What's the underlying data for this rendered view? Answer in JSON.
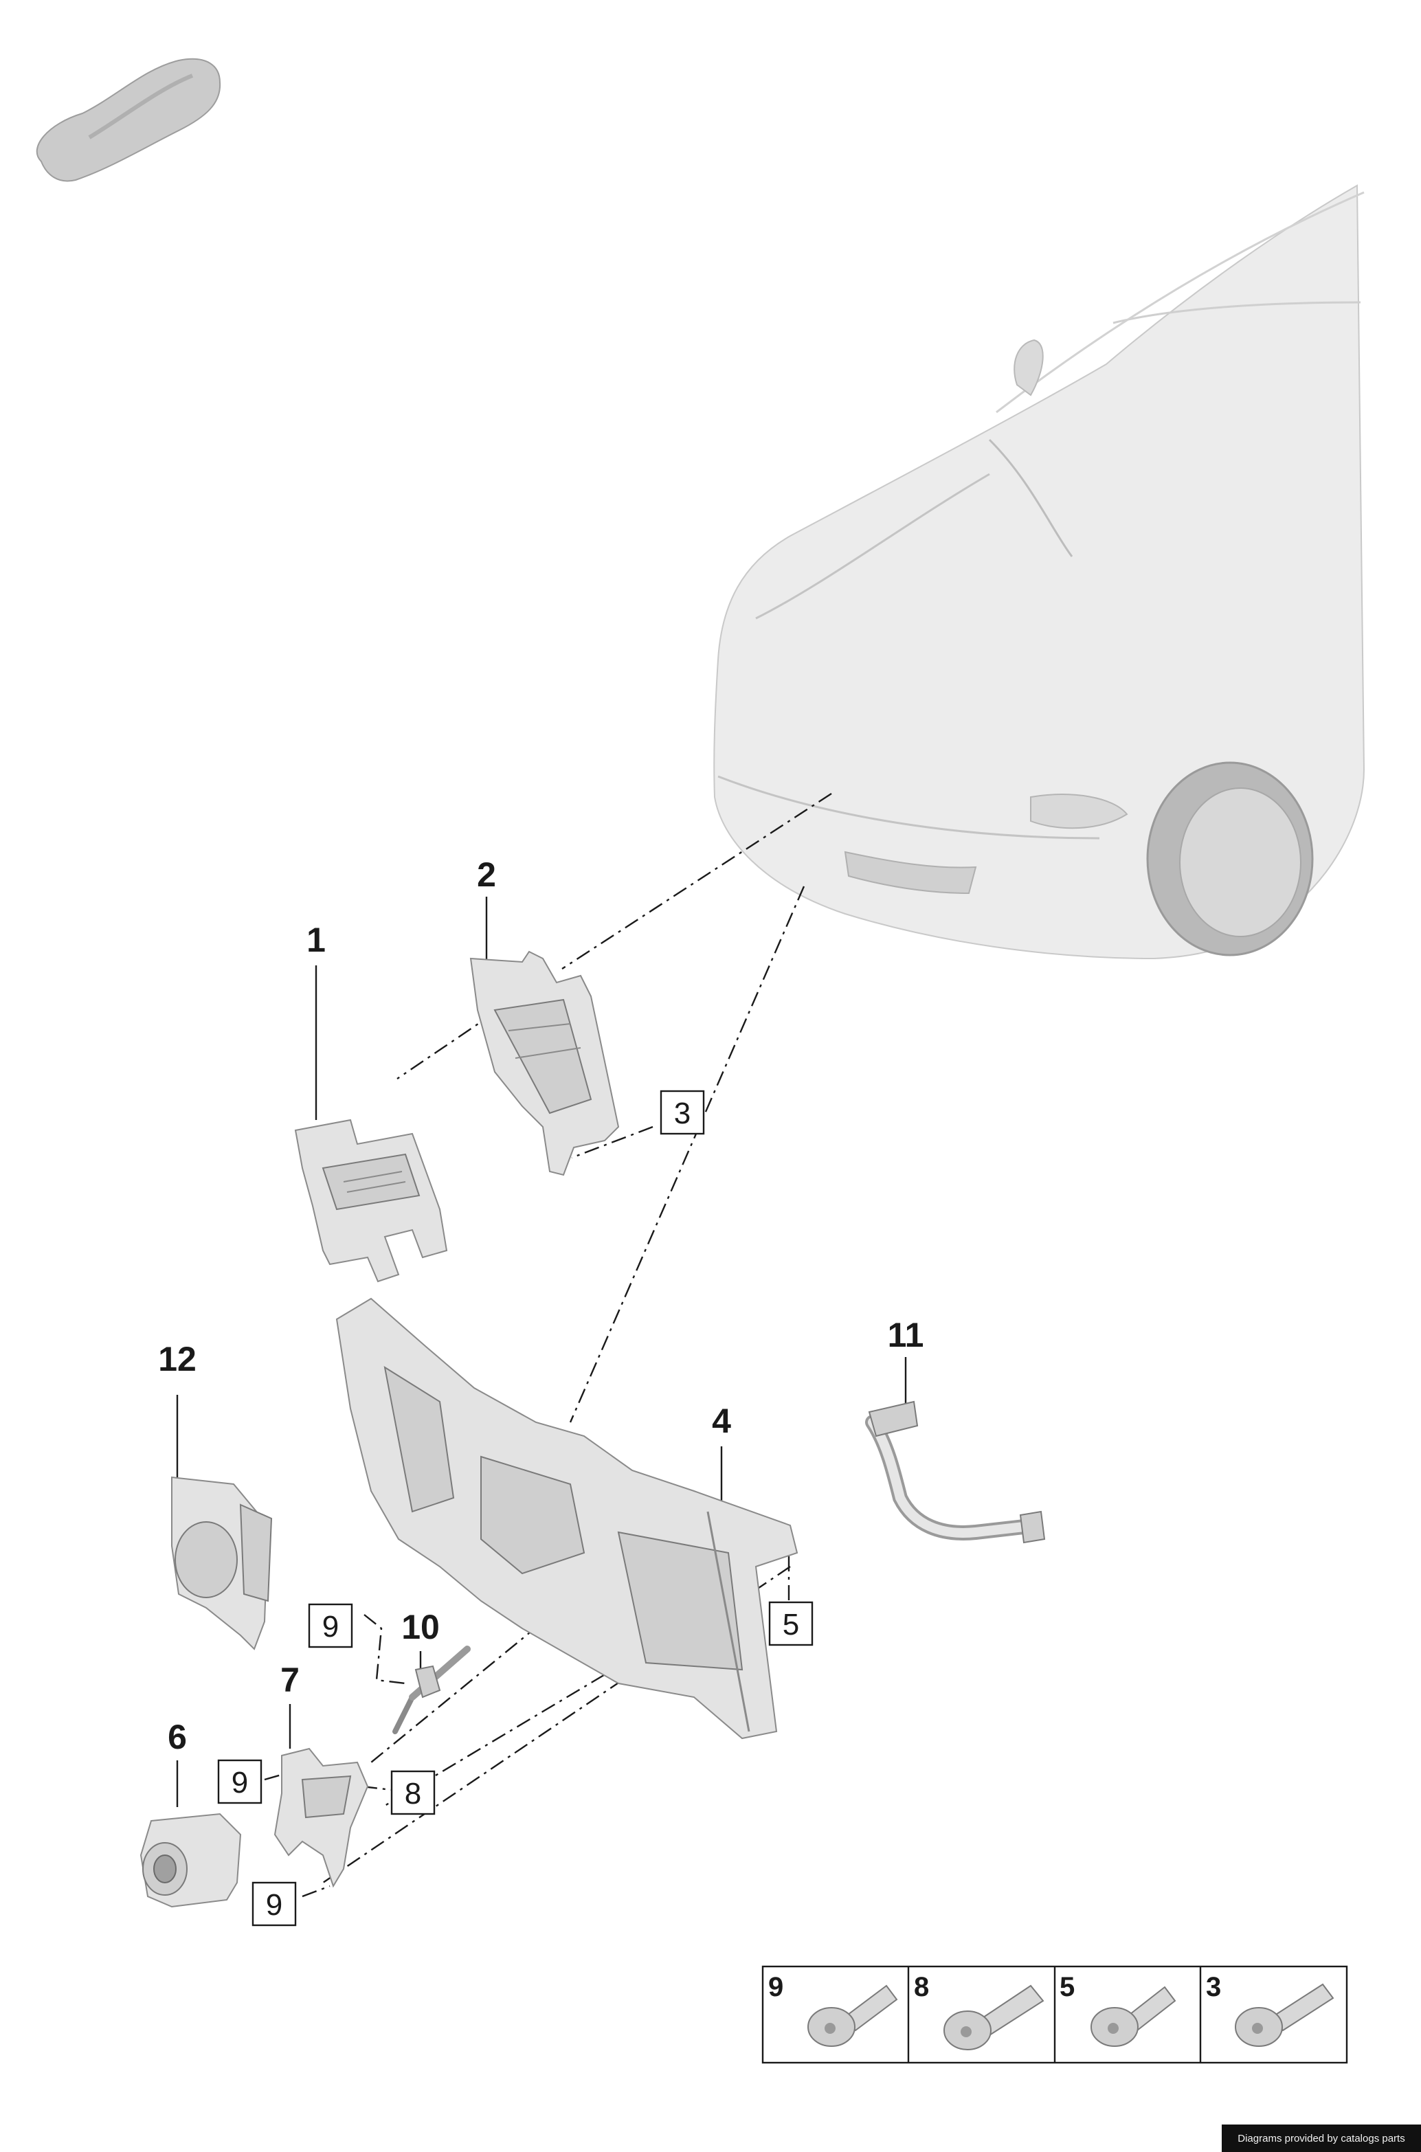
{
  "callouts": {
    "p1": "1",
    "p2": "2",
    "p4": "4",
    "p6": "6",
    "p7": "7",
    "p10": "10",
    "p11": "11",
    "p12": "12"
  },
  "boxed_labels": {
    "b3": "3",
    "b5": "5",
    "b8": "8",
    "b9a": "9",
    "b9b": "9",
    "b9c": "9"
  },
  "fastener_table": [
    "9",
    "8",
    "5",
    "3"
  ],
  "credit": "Diagrams provided by catalogs parts"
}
